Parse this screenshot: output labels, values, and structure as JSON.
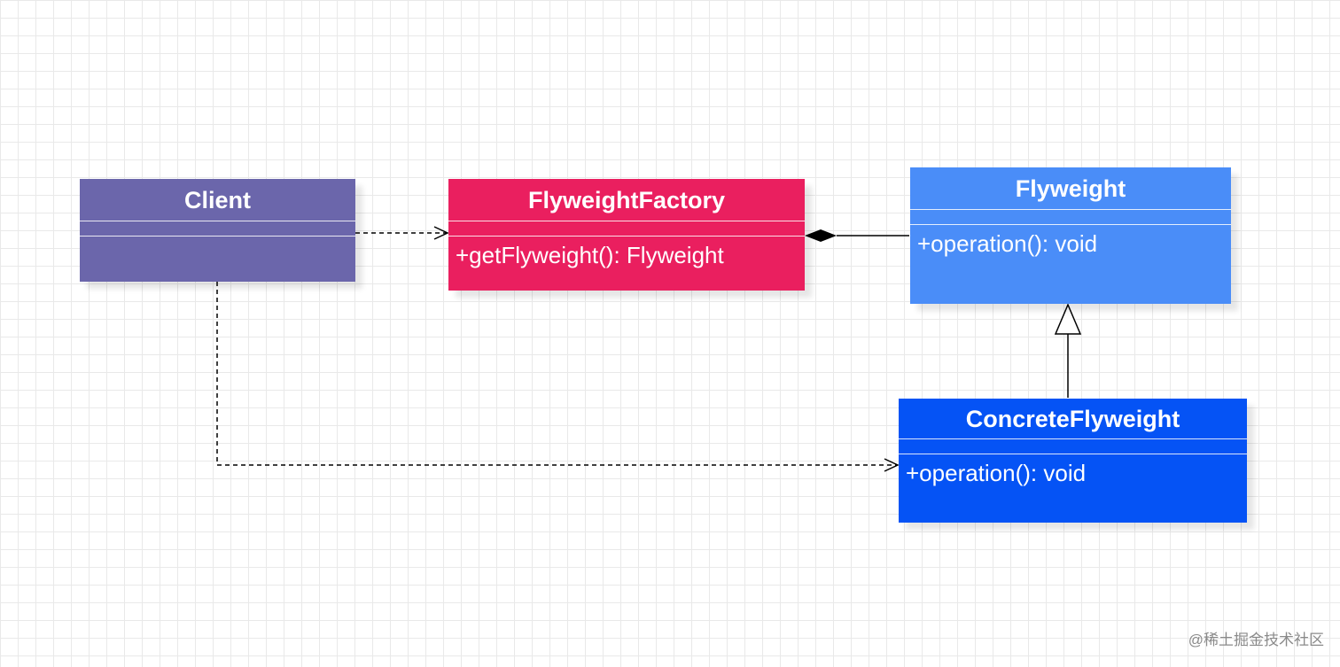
{
  "diagram": {
    "classes": {
      "client": {
        "name": "Client",
        "operations": ""
      },
      "factory": {
        "name": "FlyweightFactory",
        "operations": "+getFlyweight(): Flyweight"
      },
      "flyweight": {
        "name": "Flyweight",
        "operations": "+operation(): void"
      },
      "concrete": {
        "name": "ConcreteFlyweight",
        "operations": "+operation(): void"
      }
    },
    "colors": {
      "client": "#6b66ab",
      "factory": "#ea1f5f",
      "flyweight": "#4a8df8",
      "concrete": "#0553f5",
      "line": "#000000"
    },
    "relations": [
      {
        "type": "dependency",
        "from": "Client",
        "to": "FlyweightFactory"
      },
      {
        "type": "dependency",
        "from": "Client",
        "to": "ConcreteFlyweight"
      },
      {
        "type": "composition",
        "from": "FlyweightFactory",
        "to": "Flyweight"
      },
      {
        "type": "generalization",
        "from": "ConcreteFlyweight",
        "to": "Flyweight"
      }
    ]
  },
  "watermark": "@稀土掘金技术社区"
}
